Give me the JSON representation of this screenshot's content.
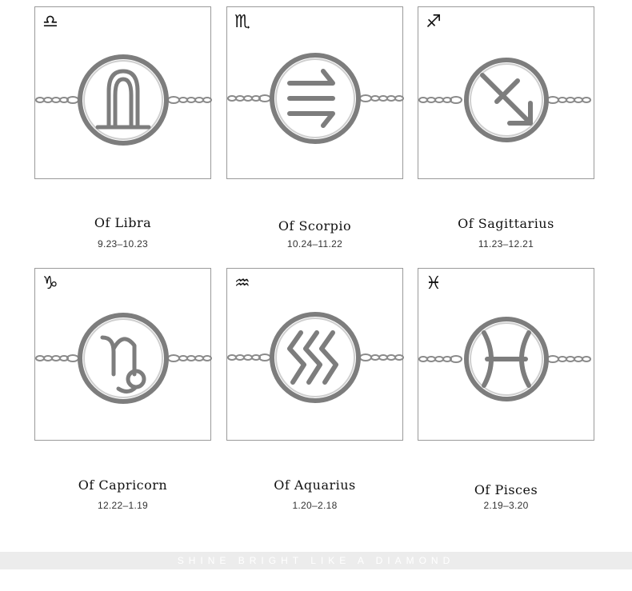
{
  "products": [
    {
      "glyph": "♎",
      "icon": "libra-icon",
      "name": "Of Libra",
      "dates": "9.23–10.23"
    },
    {
      "glyph": "♏",
      "icon": "scorpio-icon",
      "name": "Of Scorpio",
      "dates": "10.24–11.22"
    },
    {
      "glyph": "♐",
      "icon": "sagittarius-icon",
      "name": "Of Sagittarius",
      "dates": "11.23–12.21"
    },
    {
      "glyph": "♑",
      "icon": "capricorn-icon",
      "name": "Of Capricorn",
      "dates": "12.22–1.19"
    },
    {
      "glyph": "♒",
      "icon": "aquarius-icon",
      "name": "Of Aquarius",
      "dates": "1.20–2.18"
    },
    {
      "glyph": "♓",
      "icon": "pisces-icon",
      "name": "Of Pisces",
      "dates": "2.19–3.20"
    }
  ],
  "footer": {
    "text": "SHINE BRIGHT LIKE A DIAMOND"
  },
  "colors": {
    "card_border": "#9a9a9a",
    "silver": "#8c8c8c",
    "footer_band": "#ececec"
  }
}
